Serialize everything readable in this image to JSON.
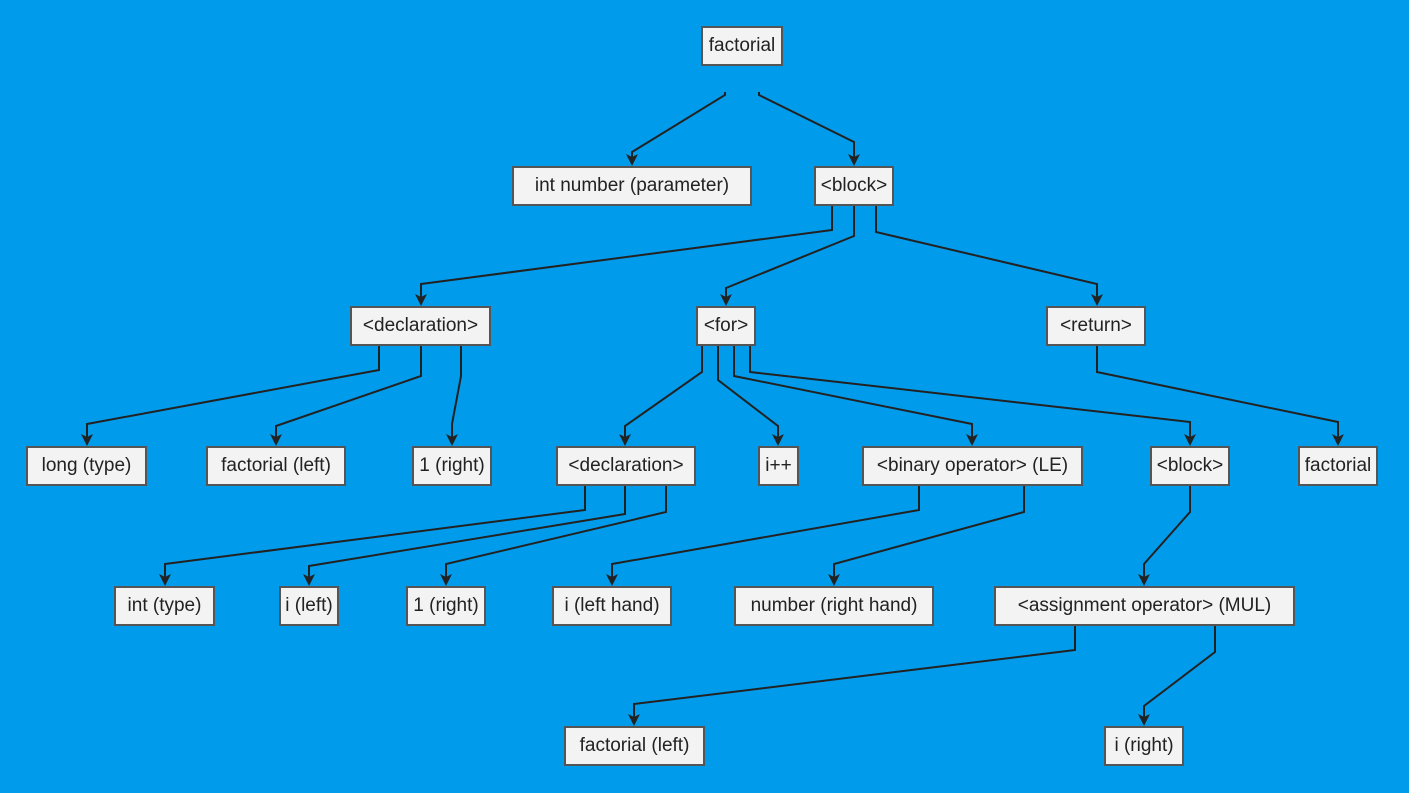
{
  "nodes": {
    "factorial_root": "factorial",
    "param": "int number (parameter)",
    "block1": "<block>",
    "decl1": "<declaration>",
    "for": "<for>",
    "return": "<return>",
    "long_type": "long (type)",
    "factorial_left1": "factorial (left)",
    "one_right1": "1 (right)",
    "decl2": "<declaration>",
    "incr": "i++",
    "binop": "<binary operator> (LE)",
    "block2": "<block>",
    "factorial_ret": "factorial",
    "int_type": "int (type)",
    "i_left": "i (left)",
    "one_right2": "1 (right)",
    "i_left_hand": "i (left hand)",
    "number_right_hand": "number (right hand)",
    "assign": "<assignment operator> (MUL)",
    "factorial_left2": "factorial (left)",
    "i_right": "i (right)"
  },
  "colors": {
    "background": "#009ceb",
    "node_fill": "#f3f3f3",
    "node_border": "#555555",
    "edge": "#222222"
  }
}
